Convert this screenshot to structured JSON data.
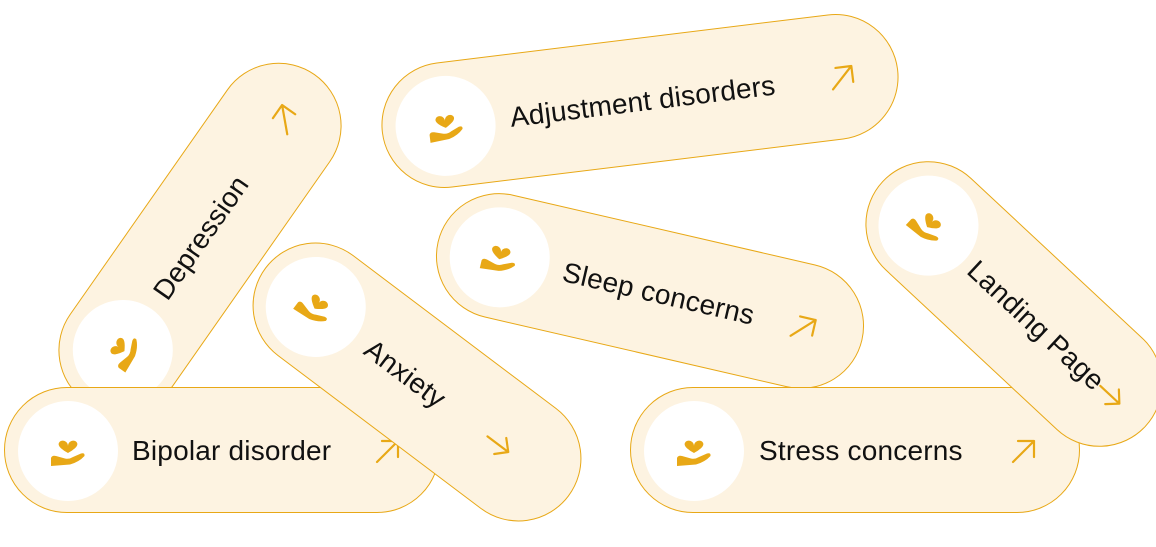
{
  "colors": {
    "accent": "#e8a816",
    "pill_fill": "#fdf3e1",
    "icon_circle": "#ffffff",
    "text": "#111111"
  },
  "cards": [
    {
      "name": "card-depression",
      "label": "Depression",
      "icon": "heart-in-hand-icon",
      "arrow": "arrow-up-right-icon"
    },
    {
      "name": "card-adjustment-disorders",
      "label": "Adjustment disorders",
      "icon": "heart-in-hand-icon",
      "arrow": "arrow-up-right-icon"
    },
    {
      "name": "card-sleep-concerns",
      "label": "Sleep concerns",
      "icon": "heart-in-hand-icon",
      "arrow": "arrow-up-right-icon"
    },
    {
      "name": "card-bipolar-disorder",
      "label": "Bipolar disorder",
      "icon": "heart-in-hand-icon",
      "arrow": "arrow-up-right-icon"
    },
    {
      "name": "card-anxiety",
      "label": "Anxiety",
      "icon": "heart-in-hand-icon",
      "arrow": "arrow-up-right-icon"
    },
    {
      "name": "card-stress-concerns",
      "label": "Stress concerns",
      "icon": "heart-in-hand-icon",
      "arrow": "arrow-up-right-icon"
    },
    {
      "name": "card-landing-page",
      "label": "Landing Page",
      "icon": "heart-in-hand-icon",
      "arrow": "arrow-up-right-icon"
    }
  ]
}
